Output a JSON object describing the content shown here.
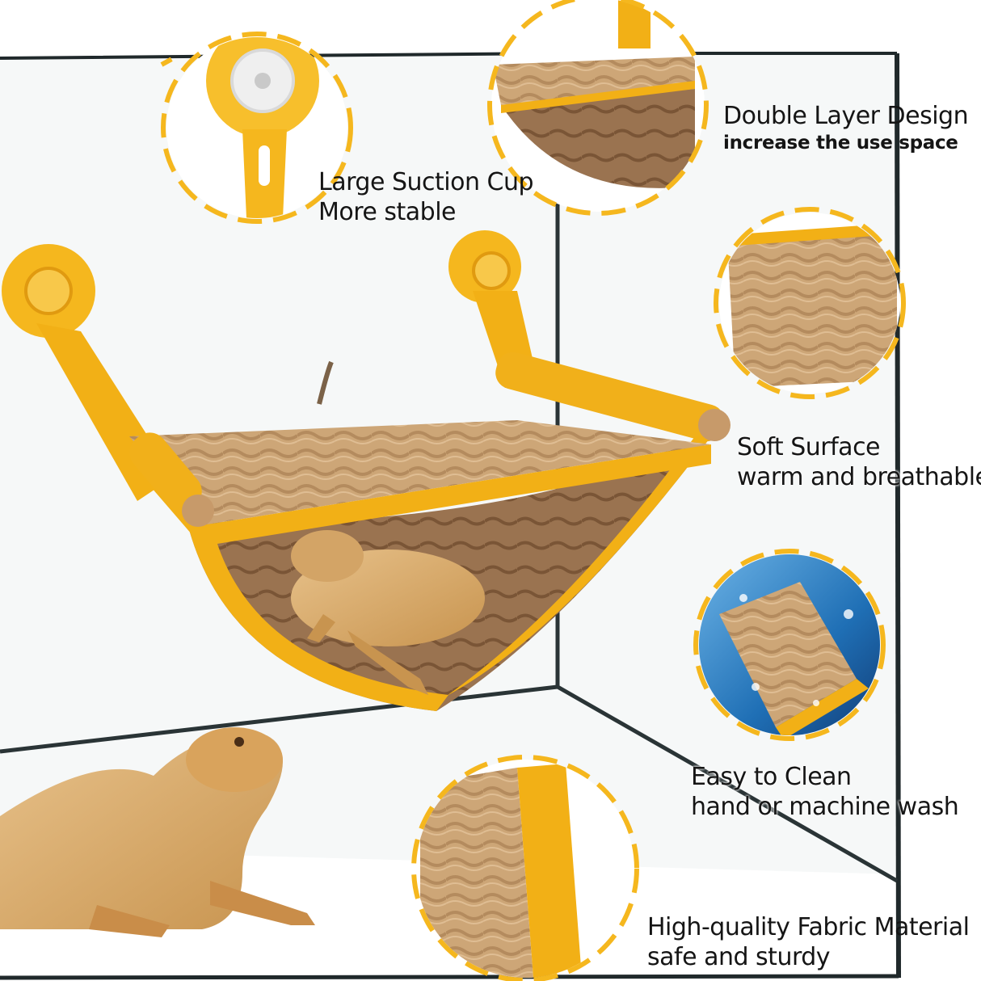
{
  "colors": {
    "accent_yellow": "#F5B71E",
    "fabric_tan": "#C9A173",
    "fabric_dark": "#8F6A45",
    "glass_edge": "#1E2A2C",
    "water_blue": "#1D6FB8"
  },
  "features": [
    {
      "id": "suction",
      "icon": "suction-cup-icon",
      "line1": "Large Suction Cup",
      "line2": "More stable"
    },
    {
      "id": "double",
      "icon": "double-layer-icon",
      "line1": "Double Layer Design",
      "line2": "increase the use space"
    },
    {
      "id": "soft",
      "icon": "soft-fabric-icon",
      "line1": "Soft Surface",
      "line2": "warm and breathable"
    },
    {
      "id": "clean",
      "icon": "washing-water-icon",
      "line1": "Easy to Clean",
      "line2": "hand or machine wash"
    },
    {
      "id": "fabric",
      "icon": "folded-fabric-icon",
      "line1": "High-quality Fabric Material",
      "line2": "safe and sturdy"
    }
  ]
}
